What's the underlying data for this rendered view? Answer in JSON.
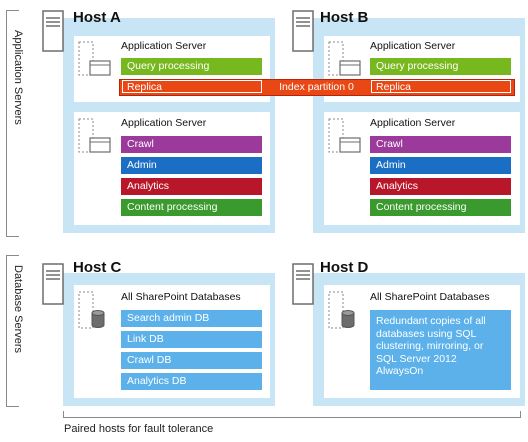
{
  "groups": {
    "application_servers": "Application Servers",
    "database_servers": "Database Servers"
  },
  "hosts": {
    "a": {
      "title": "Host A"
    },
    "b": {
      "title": "Host B"
    },
    "c": {
      "title": "Host C"
    },
    "d": {
      "title": "Host D"
    }
  },
  "app_servers": {
    "a1": {
      "title": "Application Server",
      "components": [
        "Query processing"
      ],
      "replica": "Replica"
    },
    "b1": {
      "title": "Application Server",
      "components": [
        "Query processing"
      ],
      "replica": "Replica"
    },
    "a2": {
      "title": "Application Server",
      "components": [
        "Crawl",
        "Admin",
        "Analytics",
        "Content processing"
      ]
    },
    "b2": {
      "title": "Application Server",
      "components": [
        "Crawl",
        "Admin",
        "Analytics",
        "Content processing"
      ]
    }
  },
  "index_partition": "Index partition 0",
  "db_servers": {
    "c": {
      "title": "All SharePoint Databases",
      "databases": [
        "Search admin DB",
        "Link DB",
        "Crawl DB",
        "Analytics DB"
      ]
    },
    "d": {
      "title": "All SharePoint Databases",
      "description": "Redundant copies of all databases using SQL clustering, mirroring, or SQL Server 2012 AlwaysOn"
    }
  },
  "footer": "Paired hosts for fault tolerance",
  "colors": {
    "host_panel": "#c7e5f5",
    "query_processing": "#77b81e",
    "replica": "#e94815",
    "crawl": "#9b3a9b",
    "admin": "#1a6fc4",
    "analytics": "#b8172a",
    "content_processing": "#3a9a2e",
    "database": "#5cb1ea"
  }
}
